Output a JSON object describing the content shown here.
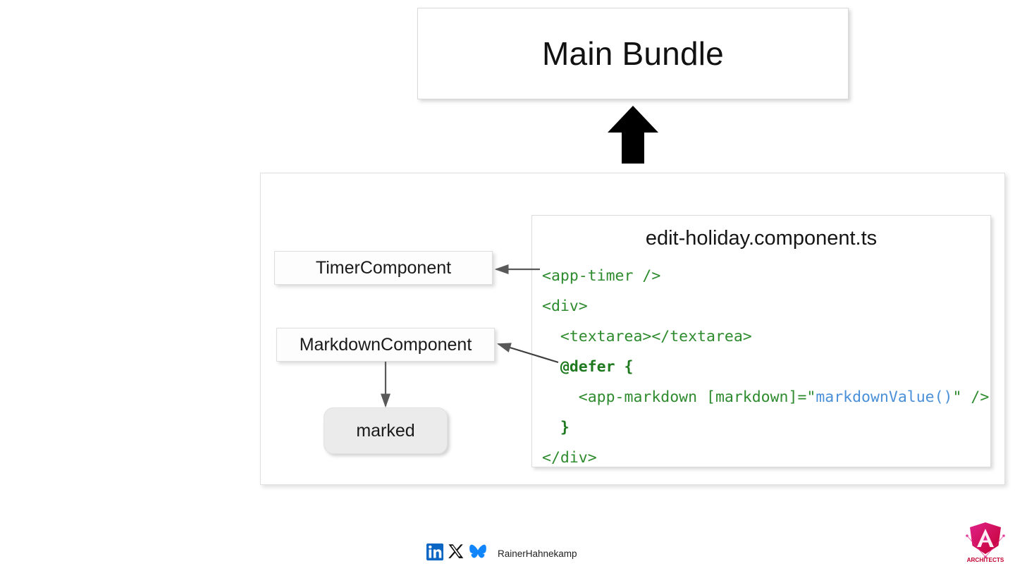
{
  "slide": {
    "title_box": {
      "label": "Main Bundle"
    },
    "arrow_up": {
      "icon": "thick-up-arrow-icon"
    },
    "components": [
      {
        "id": "timer",
        "label": "TimerComponent"
      },
      {
        "id": "markdown",
        "label": "MarkdownComponent"
      }
    ],
    "dependency": {
      "label": "marked"
    },
    "code_panel": {
      "title": "edit-holiday.component.ts",
      "lines": [
        {
          "indent": 0,
          "tokens": [
            {
              "text": "<app-timer />",
              "type": "tag"
            }
          ]
        },
        {
          "indent": 0,
          "tokens": [
            {
              "text": "<div>",
              "type": "tag"
            }
          ]
        },
        {
          "indent": 1,
          "tokens": [
            {
              "text": "<textarea></textarea>",
              "type": "tag"
            }
          ]
        },
        {
          "indent": 1,
          "tokens": [
            {
              "text": "@defer {",
              "type": "keyword"
            }
          ]
        },
        {
          "indent": 2,
          "tokens": [
            {
              "text": "<app-markdown [markdown]=\"",
              "type": "tag"
            },
            {
              "text": "markdownValue()",
              "type": "value"
            },
            {
              "text": "\" />",
              "type": "tag"
            }
          ]
        },
        {
          "indent": 1,
          "tokens": [
            {
              "text": "}",
              "type": "keyword"
            }
          ]
        },
        {
          "indent": 0,
          "tokens": [
            {
              "text": "</div>",
              "type": "tag"
            }
          ]
        }
      ]
    },
    "connectors": [
      {
        "name": "timer-connector",
        "from": "code-app-timer-line",
        "to": "timer-component-box"
      },
      {
        "name": "markdown-connector",
        "from": "code-defer-line",
        "to": "markdown-component-box"
      },
      {
        "name": "marked-connector",
        "from": "markdown-component-box",
        "to": "marked-box"
      }
    ],
    "footer": {
      "handle": "RainerHahnekamp",
      "social": [
        {
          "name": "linkedin-icon",
          "label": "in"
        },
        {
          "name": "x-twitter-icon",
          "label": "X"
        },
        {
          "name": "bluesky-icon",
          "label": "Bluesky"
        }
      ],
      "brand": {
        "name": "angular-architects-logo",
        "label": "ARCHITECTS"
      }
    },
    "colors": {
      "code_tag": "#2e8b2e",
      "code_value": "#4a90d9",
      "code_keyword": "#1f7a1f",
      "marked_fill": "#ebebeb",
      "linkedin": "#0a66c2",
      "bluesky": "#1185fe",
      "brand_pink": "#dd0a78",
      "brand_magenta": "#c3002f"
    }
  }
}
